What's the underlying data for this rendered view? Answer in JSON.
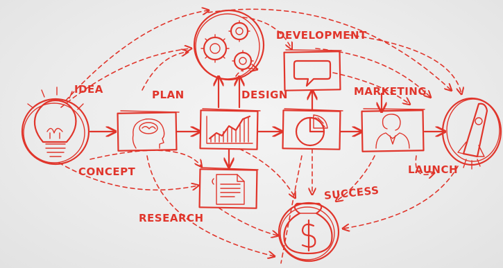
{
  "labels": {
    "idea": "IDEA",
    "plan": "PLAN",
    "design": "DESIGN",
    "development": "DEVELOPMENT",
    "marketing": "MARKETING",
    "concept": "CONCEPT",
    "research": "RESEARCH",
    "success": "SUCCESS",
    "launch": "LAUNCH"
  },
  "icons": {
    "idea": "lightbulb-icon",
    "plan": "head-brain-icon",
    "design": "chart-icon",
    "settings": "gears-icon",
    "development": "speech-bubble-icon",
    "analysis": "pie-chart-icon",
    "marketing": "person-icon",
    "research": "document-icon",
    "success": "money-bag-icon",
    "launch": "rocket-icon"
  },
  "colors": {
    "accent": "#e0352b",
    "background": "#ececec"
  }
}
